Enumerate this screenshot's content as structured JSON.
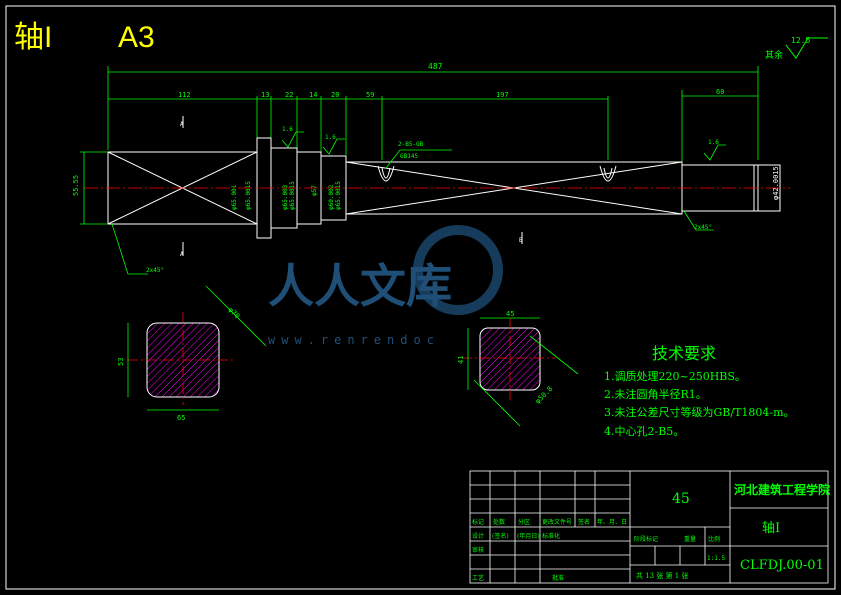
{
  "header": {
    "title": "轴I",
    "sheet_size": "A3"
  },
  "surface_finish": {
    "label": "其余",
    "value": "12.5"
  },
  "dimensions": {
    "overall": "487",
    "seg1": "112",
    "seg2": "13",
    "seg3": "22",
    "seg4": "14",
    "seg5": "20",
    "seg6": "59",
    "seg7": "197",
    "seg8": "60",
    "left_dia": "55.55",
    "d1": "φ65.001",
    "d2": "φ65.0015",
    "d3": "φ65.003",
    "d4": "φ65.0015",
    "d5": "φ57",
    "d6": "φ60.002",
    "d7": "φ65.0015",
    "right_dia": "φ42.0015",
    "roughness_a": "1.6",
    "roughness_b": "1.6",
    "roughness_c": "1.6",
    "chamfer_left": "2x45°",
    "chamfer_right": "2x45°",
    "center_hole": "2-B5-GB",
    "center_hole_b": "GB145",
    "section_a": "A",
    "section_b": "B"
  },
  "sections": {
    "left": {
      "width": "65",
      "height": "53",
      "diag": "φ70"
    },
    "right": {
      "width": "45",
      "height": "41",
      "diag": "φ50.8"
    }
  },
  "tech_requirements": {
    "title": "技术要求",
    "items": [
      "1.调质处理220~250HBS。",
      "2.未注圆角半径R1。",
      "3.未注公差尺寸等级为GB/T1804-m。",
      "4.中心孔2-B5。"
    ]
  },
  "title_block": {
    "material": "45",
    "school": "河北建筑工程学院",
    "part_name": "轴I",
    "drawing_no": "CLFDJ.00-01",
    "scale": "1:1.5",
    "row_labels": [
      "标记",
      "处数",
      "分区",
      "更改文件号",
      "签名",
      "年、月、日"
    ],
    "design_row": [
      "设计",
      "(签名)",
      "(年月日)",
      "标准化"
    ],
    "check_row": [
      "审核"
    ],
    "craft_row": [
      "工艺",
      "批准"
    ],
    "stage_labels": [
      "阶段标记",
      "重量",
      "比例"
    ],
    "sheet_info": "共 13 张  第 1 张"
  },
  "watermark": {
    "text": "人人文库",
    "url": "www.renrendoc"
  },
  "colors": {
    "line": "#ffffff",
    "dim": "#00ff00",
    "center": "#ff0000",
    "hatch": "#ff00ff",
    "title": "#ffff00",
    "text_green": "#00ff00"
  }
}
